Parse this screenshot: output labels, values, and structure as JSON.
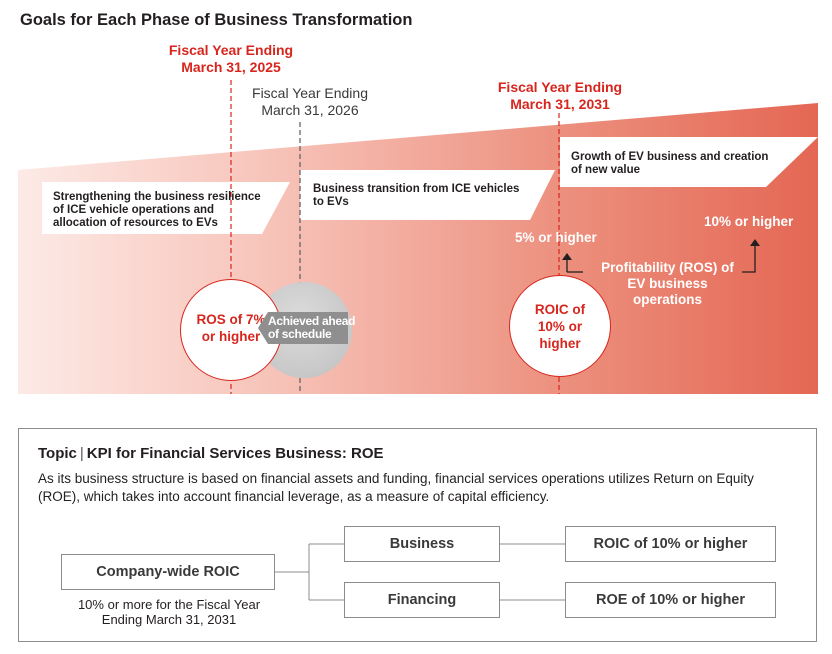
{
  "title": "Goals for Each Phase of Business Transformation",
  "milestones": [
    {
      "line1": "Fiscal Year Ending",
      "line2": "March 31, 2025",
      "style": "red"
    },
    {
      "line1": "Fiscal Year Ending",
      "line2": "March 31, 2026",
      "style": "gray"
    },
    {
      "line1": "Fiscal Year Ending",
      "line2": "March 31, 2031",
      "style": "red"
    }
  ],
  "phases": [
    {
      "lines": [
        "Strengthening the business resilience",
        "of ICE vehicle operations and",
        "allocation of resources to EVs"
      ]
    },
    {
      "lines": [
        "Business transition from ICE vehicles",
        "to EVs"
      ]
    },
    {
      "lines": [
        "Growth of EV business and creation",
        "of new value"
      ]
    }
  ],
  "targets": {
    "ros_circle": [
      "ROS of 7%",
      "or higher"
    ],
    "achieved_badge": [
      "Achieved ahead",
      "of schedule"
    ],
    "roic_circle": [
      "ROIC of",
      "10% or",
      "higher"
    ],
    "pct_5": "5% or higher",
    "pct_10": "10% or higher",
    "profitability_label": [
      "Profitability (ROS) of",
      "EV business",
      "operations"
    ]
  },
  "topic": {
    "prefix": "Topic",
    "separator": "|",
    "heading": "KPI for Financial Services Business: ROE",
    "description": "As its business structure is based on financial assets and funding, financial services operations utilizes Return on Equity (ROE), which takes into account financial leverage, as a measure of capital efficiency.",
    "root_node": "Company-wide ROIC",
    "root_note": [
      "10% or more for the Fiscal Year",
      "Ending March 31, 2031"
    ],
    "branches": [
      {
        "label": "Business",
        "target": "ROIC of 10% or higher"
      },
      {
        "label": "Financing",
        "target": "ROE of 10% or higher"
      }
    ]
  },
  "colors": {
    "accent_red": "#d7261e",
    "gradient_start": "#fde8e4",
    "gradient_end": "#e46b57",
    "achieved_gray": "#9b9b9b"
  }
}
